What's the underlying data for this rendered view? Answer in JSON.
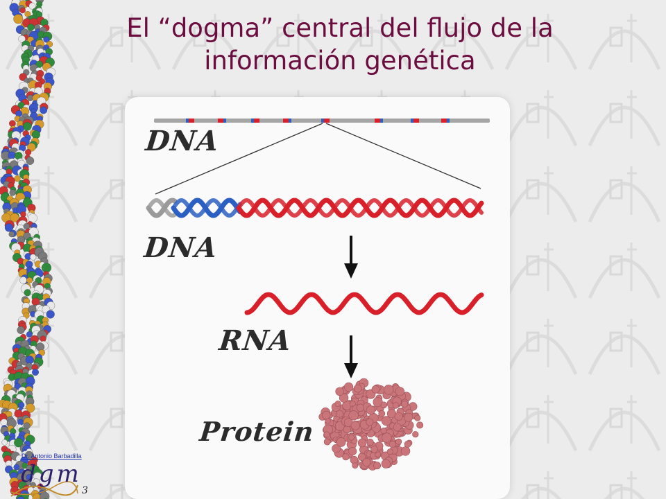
{
  "slide": {
    "title_line1": "El “dogma” central del flujo de la",
    "title_line2": "información genética",
    "author": "Dr. Antonio Barbadilla",
    "logo_text": "dgm",
    "page_number": "3"
  },
  "diagram": {
    "labels": {
      "dna_top": "DNA",
      "dna_mid": "DNA",
      "rna": "RNA",
      "protein": "Protein"
    }
  },
  "colors": {
    "title": "#6b0d3f",
    "helix_red": "#d8202a",
    "helix_blue": "#2b5fc2",
    "helix_gray": "#9a9a9a",
    "protein": "#c9757a",
    "background": "#ececec"
  },
  "icons": {
    "dna_strip": "dna-double-helix-molecule",
    "protein": "globular-protein-structure",
    "arrows": "down-arrow"
  }
}
